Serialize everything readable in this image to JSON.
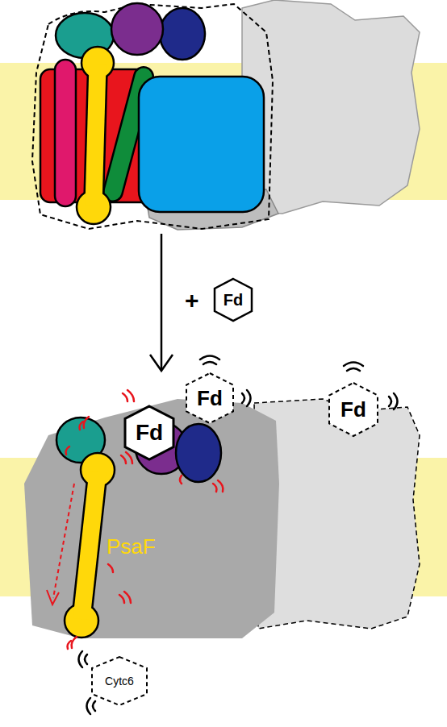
{
  "diagram": {
    "nodes": [
      {
        "text": [
          "Fd"
        ]
      },
      {
        "text": [
          "Fd"
        ]
      },
      {
        "text": [
          "Fd"
        ]
      },
      {
        "text": [
          "Fd"
        ]
      },
      {
        "text": [
          "Cytc6"
        ]
      }
    ],
    "labels": [
      "+",
      "PsaF"
    ]
  }
}
